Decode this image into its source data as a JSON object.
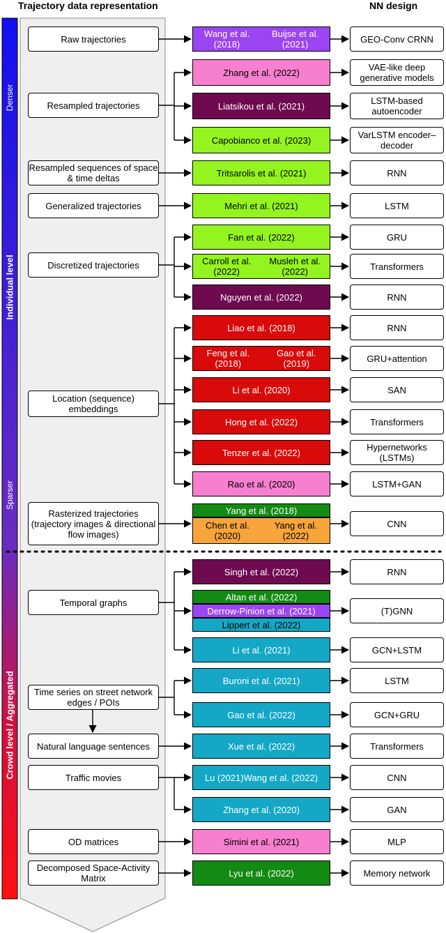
{
  "headers": {
    "left": "Trajectory data representation",
    "right": "NN design"
  },
  "side_labels": {
    "denser": "Denser",
    "individual": "Individual level",
    "sparser": "Sparser",
    "crowd": "Crowd level / Aggregated"
  },
  "colors": {
    "purple": "#9b45f2",
    "pink": "#f77fcf",
    "maroon": "#6e0a4f",
    "lime": "#93f41f",
    "red": "#d90a0a",
    "green": "#138a13",
    "orange": "#f7a43b",
    "teal": "#14a8c6"
  },
  "representations": [
    "Raw trajectories",
    "Resampled trajectories",
    "Resampled sequences of space & time deltas",
    "Generalized trajectories",
    "Discretized trajectories",
    "Location (sequence) embeddings",
    "Rasterized trajectories (trajectory images & directional flow images)",
    "Temporal graphs",
    "Time series on street network edges / POIs",
    "Natural language sentences",
    "Traffic movies",
    "OD matrices",
    "Decomposed Space-Activity Matrix"
  ],
  "papers": [
    {
      "lines": [
        "Wang et al. (2018)",
        "Buijse et al. (2021)"
      ],
      "color": "purple"
    },
    {
      "lines": [
        "Zhang et al. (2022)"
      ],
      "color": "pink"
    },
    {
      "lines": [
        "Liatsikou et al. (2021)"
      ],
      "color": "maroon"
    },
    {
      "lines": [
        "Capobianco et al. (2023)"
      ],
      "color": "lime"
    },
    {
      "lines": [
        "Tritsarolis et al. (2021)"
      ],
      "color": "lime"
    },
    {
      "lines": [
        "Mehri et al. (2021)"
      ],
      "color": "lime"
    },
    {
      "lines": [
        "Fan et al. (2022)"
      ],
      "color": "lime"
    },
    {
      "lines": [
        "Carroll et al. (2022)",
        "Musleh et al. (2022)"
      ],
      "color": "lime"
    },
    {
      "lines": [
        "Nguyen et al. (2022)"
      ],
      "color": "maroon"
    },
    {
      "lines": [
        "Liao et al. (2018)"
      ],
      "color": "red"
    },
    {
      "lines": [
        "Feng et al. (2018)",
        "Gao et al. (2019)"
      ],
      "color": "red"
    },
    {
      "lines": [
        "Li et al. (2020)"
      ],
      "color": "red"
    },
    {
      "lines": [
        "Hong et al. (2022)"
      ],
      "color": "red"
    },
    {
      "lines": [
        "Tenzer et al. (2022)"
      ],
      "color": "red"
    },
    {
      "lines": [
        "Rao et al. (2020)"
      ],
      "color": "pink"
    },
    {
      "lines": [
        "Yang et al. (2018)"
      ],
      "color": "green"
    },
    {
      "lines": [
        "Chen et al. (2020)",
        "Yang et al. (2022)"
      ],
      "color": "orange"
    },
    {
      "lines": [
        "Singh et al. (2022)"
      ],
      "color": "maroon"
    },
    {
      "lines": [
        "Altan et al. (2022)"
      ],
      "color": "green"
    },
    {
      "lines": [
        "Derrow-Pinion  et al. (2021)"
      ],
      "color": "purple"
    },
    {
      "lines": [
        "Lippert et al. (2022)"
      ],
      "color": "teal"
    },
    {
      "lines": [
        "Li et al. (2021)"
      ],
      "color": "teal"
    },
    {
      "lines": [
        "Buroni et al. (2021)"
      ],
      "color": "teal"
    },
    {
      "lines": [
        "Gao et al. (2022)"
      ],
      "color": "teal"
    },
    {
      "lines": [
        "Xue et al. (2022)"
      ],
      "color": "teal"
    },
    {
      "lines": [
        "Lu (2021)",
        "Wang et al. (2022)"
      ],
      "color": "teal"
    },
    {
      "lines": [
        "Zhang et al. (2020)"
      ],
      "color": "teal"
    },
    {
      "lines": [
        "Simini et al. (2021)"
      ],
      "color": "pink"
    },
    {
      "lines": [
        "Lyu et al. (2022)"
      ],
      "color": "green"
    }
  ],
  "nn": [
    "GEO-Conv CRNN",
    "VAE-like deep generative models",
    "LSTM-based autoencoder",
    "VarLSTM encoder–decoder",
    "RNN",
    "LSTM",
    "GRU",
    "Transformers",
    "RNN",
    "RNN",
    "GRU+attention",
    "SAN",
    "Transformers",
    "Hypernetworks (LSTMs)",
    "LSTM+GAN",
    "CNN",
    "RNN",
    "(T)GNN",
    "GCN+LSTM",
    "LSTM",
    "GCN+GRU",
    "Transformers",
    "CNN",
    "GAN",
    "MLP",
    "Memory network"
  ]
}
